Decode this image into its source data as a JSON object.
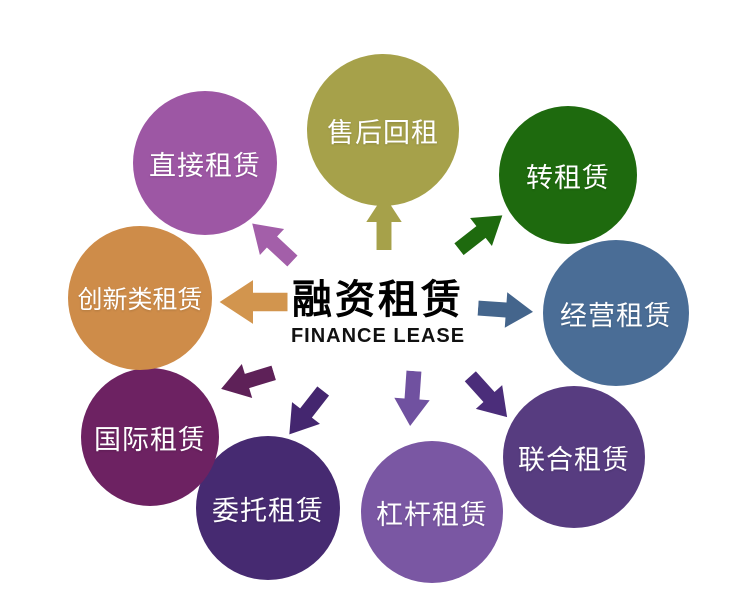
{
  "diagram": {
    "center": {
      "title": "融资租赁",
      "subtitle": "FINANCE LEASE"
    },
    "nodes": [
      {
        "id": "direct-lease",
        "label": "直接租赁",
        "color": "#9d57a4"
      },
      {
        "id": "sale-leaseback",
        "label": "售后回租",
        "color": "#a6a14a"
      },
      {
        "id": "sublease",
        "label": "转租赁",
        "color": "#1e6a0e"
      },
      {
        "id": "operating-lease",
        "label": "经营租赁",
        "color": "#4a6d96"
      },
      {
        "id": "joint-lease",
        "label": "联合租赁",
        "color": "#573c80"
      },
      {
        "id": "leveraged-lease",
        "label": "杠杆租赁",
        "color": "#7a57a3"
      },
      {
        "id": "entrusted-lease",
        "label": "委托租赁",
        "color": "#462a71"
      },
      {
        "id": "international-lease",
        "label": "国际租赁",
        "color": "#6d2262"
      },
      {
        "id": "innovative-lease",
        "label": "创新类租赁",
        "color": "#ce8c49"
      }
    ],
    "arrows": [
      {
        "id": "arrow-to-direct-lease",
        "color": "#a35fa9"
      },
      {
        "id": "arrow-to-sale-leaseback",
        "color": "#a6a14a"
      },
      {
        "id": "arrow-to-sublease",
        "color": "#1e6a0e"
      },
      {
        "id": "arrow-to-operating-lease",
        "color": "#44658c"
      },
      {
        "id": "arrow-to-joint-lease",
        "color": "#4b2d7a"
      },
      {
        "id": "arrow-to-leveraged-lease",
        "color": "#7051a0"
      },
      {
        "id": "arrow-to-entrusted-lease",
        "color": "#44266f"
      },
      {
        "id": "arrow-to-international-lease",
        "color": "#5e2158"
      },
      {
        "id": "arrow-to-innovative-lease",
        "color": "#d2954e"
      }
    ]
  }
}
